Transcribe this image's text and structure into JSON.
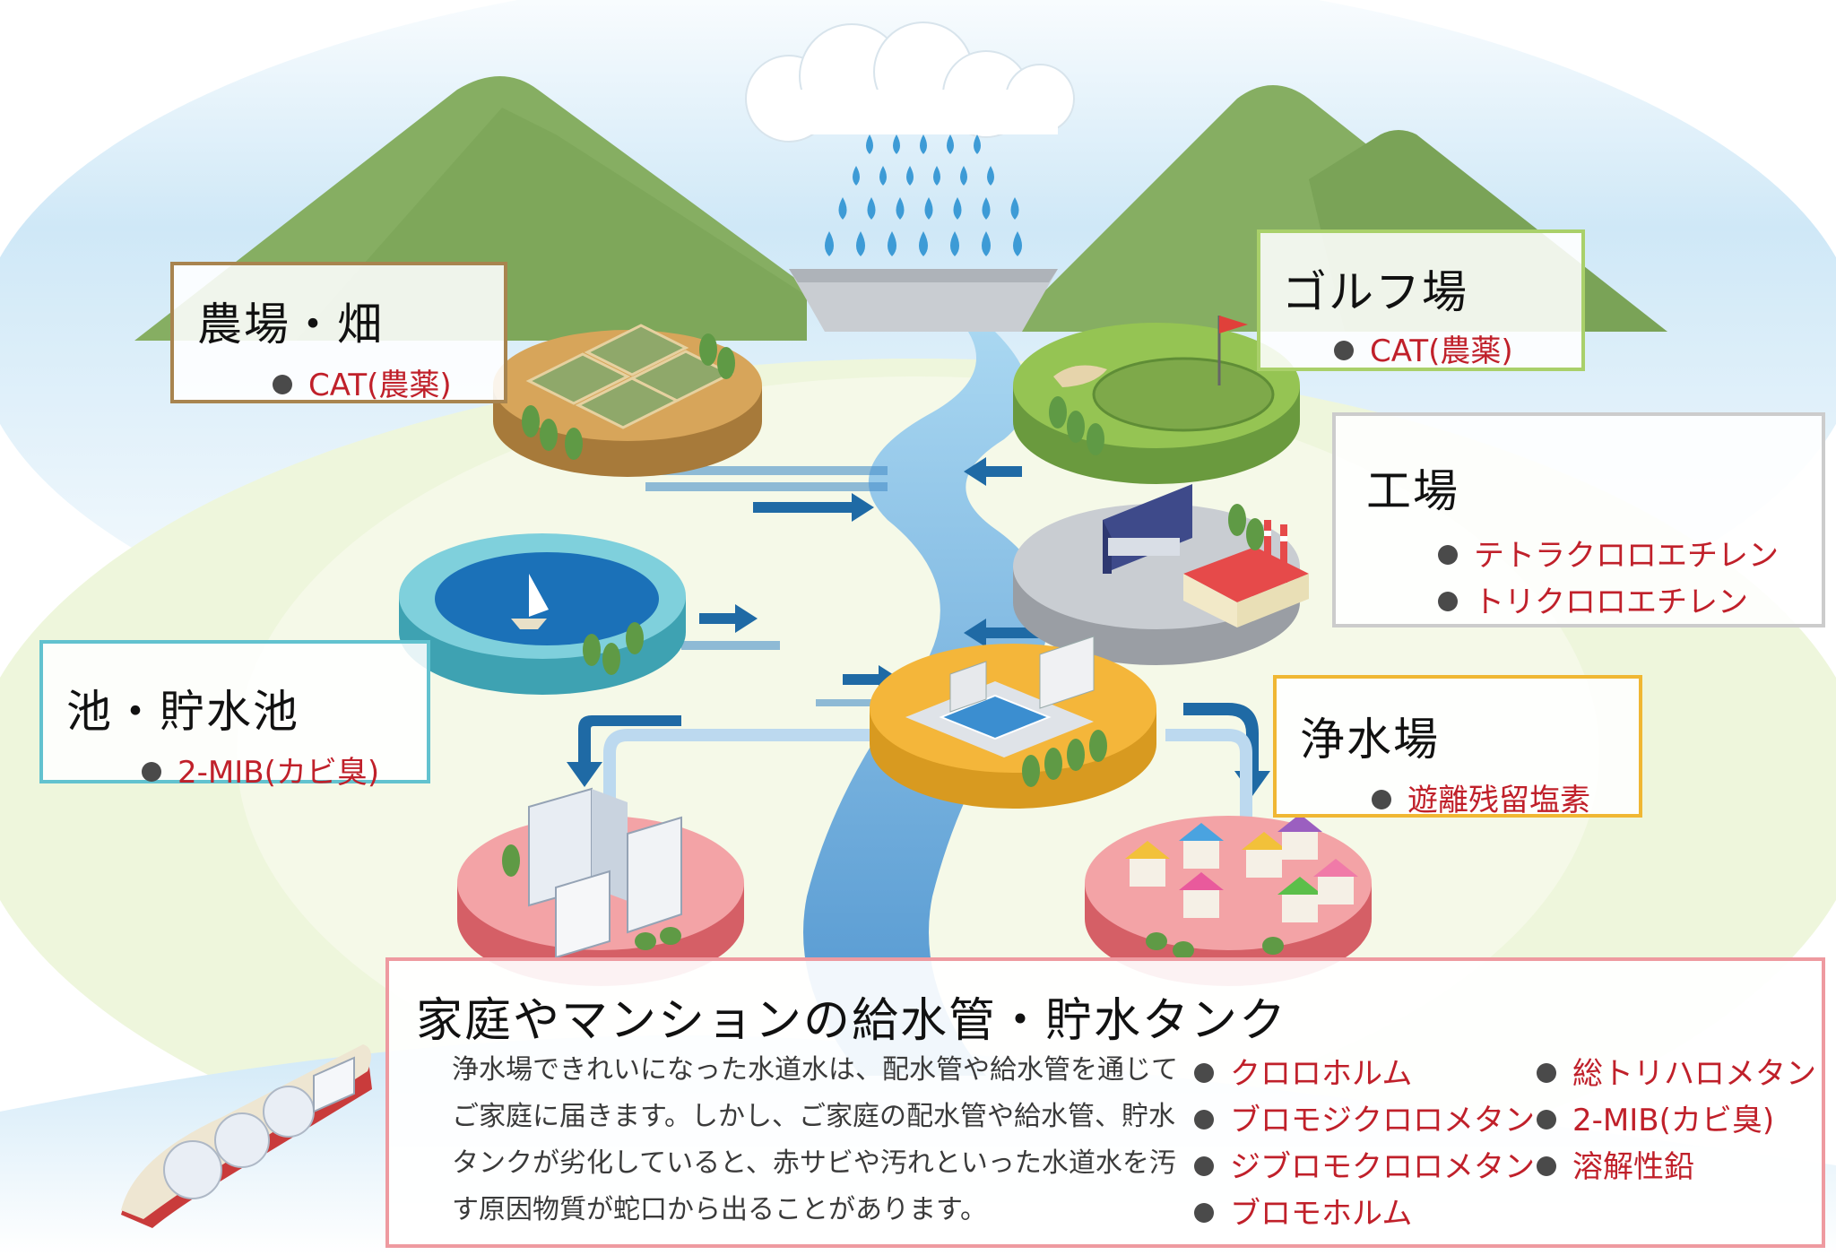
{
  "boxes": {
    "farm": {
      "title": "農場・畑",
      "items": [
        "CAT(農薬)"
      ]
    },
    "golf": {
      "title": "ゴルフ場",
      "items": [
        "CAT(農薬)"
      ]
    },
    "factory": {
      "title": "工場",
      "items": [
        "テトラクロロエチレン",
        "トリクロロエチレン"
      ]
    },
    "pond": {
      "title": "池・貯水池",
      "items": [
        "2-MIB(カビ臭)"
      ]
    },
    "plant": {
      "title": "浄水場",
      "items": [
        "遊離残留塩素"
      ]
    },
    "home": {
      "title": "家庭やマンションの給水管・貯水タンク",
      "description": "浄水場できれいになった水道水は、配水管や給水管を通じてご家庭に届きます。しかし、ご家庭の配水管や給水管、貯水タンクが劣化していると、赤サビや汚れといった水道水を汚す原因物質が蛇口から出ることがあります。",
      "items_col1": [
        "クロロホルム",
        "ブロモジクロロメタン",
        "ジブロモクロロメタン",
        "ブロモホルム"
      ],
      "items_col2": [
        "総トリハロメタン",
        "2-MIB(カビ臭)",
        "溶解性鉛"
      ]
    }
  },
  "colors": {
    "contaminant_text": "#c0202a",
    "farm_border": "#a8844f",
    "golf_border": "#a9d06a",
    "factory_border": "#cccccc",
    "pond_border": "#62c2cf",
    "plant_border": "#f0b733",
    "home_border": "#ee9aa0",
    "river": "#5ba6d6",
    "mountain": "#86ae62",
    "arrow": "#1f6aa5"
  },
  "icons": [
    "cloud-icon",
    "rain-drop-icon",
    "sailboat-icon",
    "golf-flag-icon",
    "factory-icon",
    "tree-icon",
    "building-icon",
    "house-icon",
    "ship-icon",
    "flow-arrow-icon"
  ]
}
